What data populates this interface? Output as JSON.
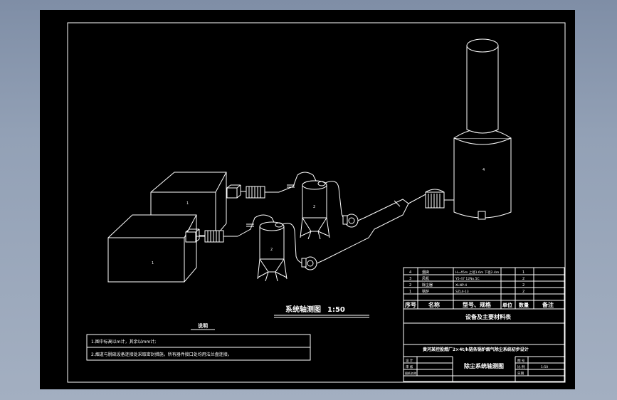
{
  "sheet": {
    "view_title": "系统轴测图",
    "view_scale": "1:50",
    "notes_heading": "说明",
    "notes": [
      "1.图中标高以m计，其余以mm计;",
      "2.烟道与脱硫设备连接处采取密封措施，所有器件接口处均用法兰盘连接。"
    ]
  },
  "equipment_labels": {
    "boiler_front": "1",
    "boiler_back": "1",
    "dust_collector_front": "2",
    "dust_collector_back": "2",
    "chimney": "4"
  },
  "bom": {
    "rows": [
      {
        "no": "4",
        "name": "烟囱",
        "spec": "H=45m 上径1.6m 下径2.4m",
        "unit": "",
        "qty": "1",
        "note": ""
      },
      {
        "no": "3",
        "name": "风机",
        "spec": "Y5-47 12No.5C",
        "unit": "",
        "qty": "2",
        "note": ""
      },
      {
        "no": "2",
        "name": "除尘器",
        "spec": "XLNP-4",
        "unit": "",
        "qty": "2",
        "note": ""
      },
      {
        "no": "1",
        "name": "锅炉",
        "spec": "SZL4-13",
        "unit": "",
        "qty": "2",
        "note": ""
      }
    ],
    "headers": [
      "序号",
      "名称",
      "型号、规格",
      "单位",
      "数量",
      "备注"
    ],
    "caption": "设备及主要材料表"
  },
  "title_block": {
    "project": "黄河某控股燃厂2×4t/h链条锅炉烟气除尘系统初步设计",
    "drawing_name": "除尘系统轴测图",
    "left_labels": [
      "设 计",
      "审 核",
      "图纸名称"
    ],
    "right_labels": [
      "图 号",
      "比 例",
      "日期"
    ],
    "right_values": [
      "",
      "1:50",
      ""
    ]
  }
}
